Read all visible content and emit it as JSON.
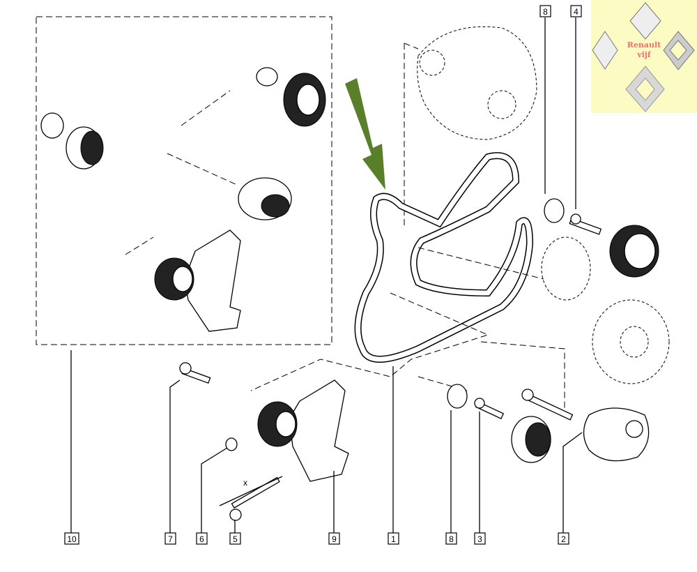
{
  "diagram": {
    "title": "Accessory drive belt assembly",
    "callouts_top": [
      "8",
      "4"
    ],
    "callouts_bottom": [
      "10",
      "7",
      "6",
      "5",
      "9",
      "1",
      "8",
      "3",
      "2"
    ],
    "dimension_label": "x",
    "arrow_color": "#5a7f2a"
  },
  "logo": {
    "line1": "Renault",
    "line2": "vijf",
    "emblem_text": "RENAULT",
    "background": "#fdfbc4",
    "text_color": "#f07070"
  }
}
